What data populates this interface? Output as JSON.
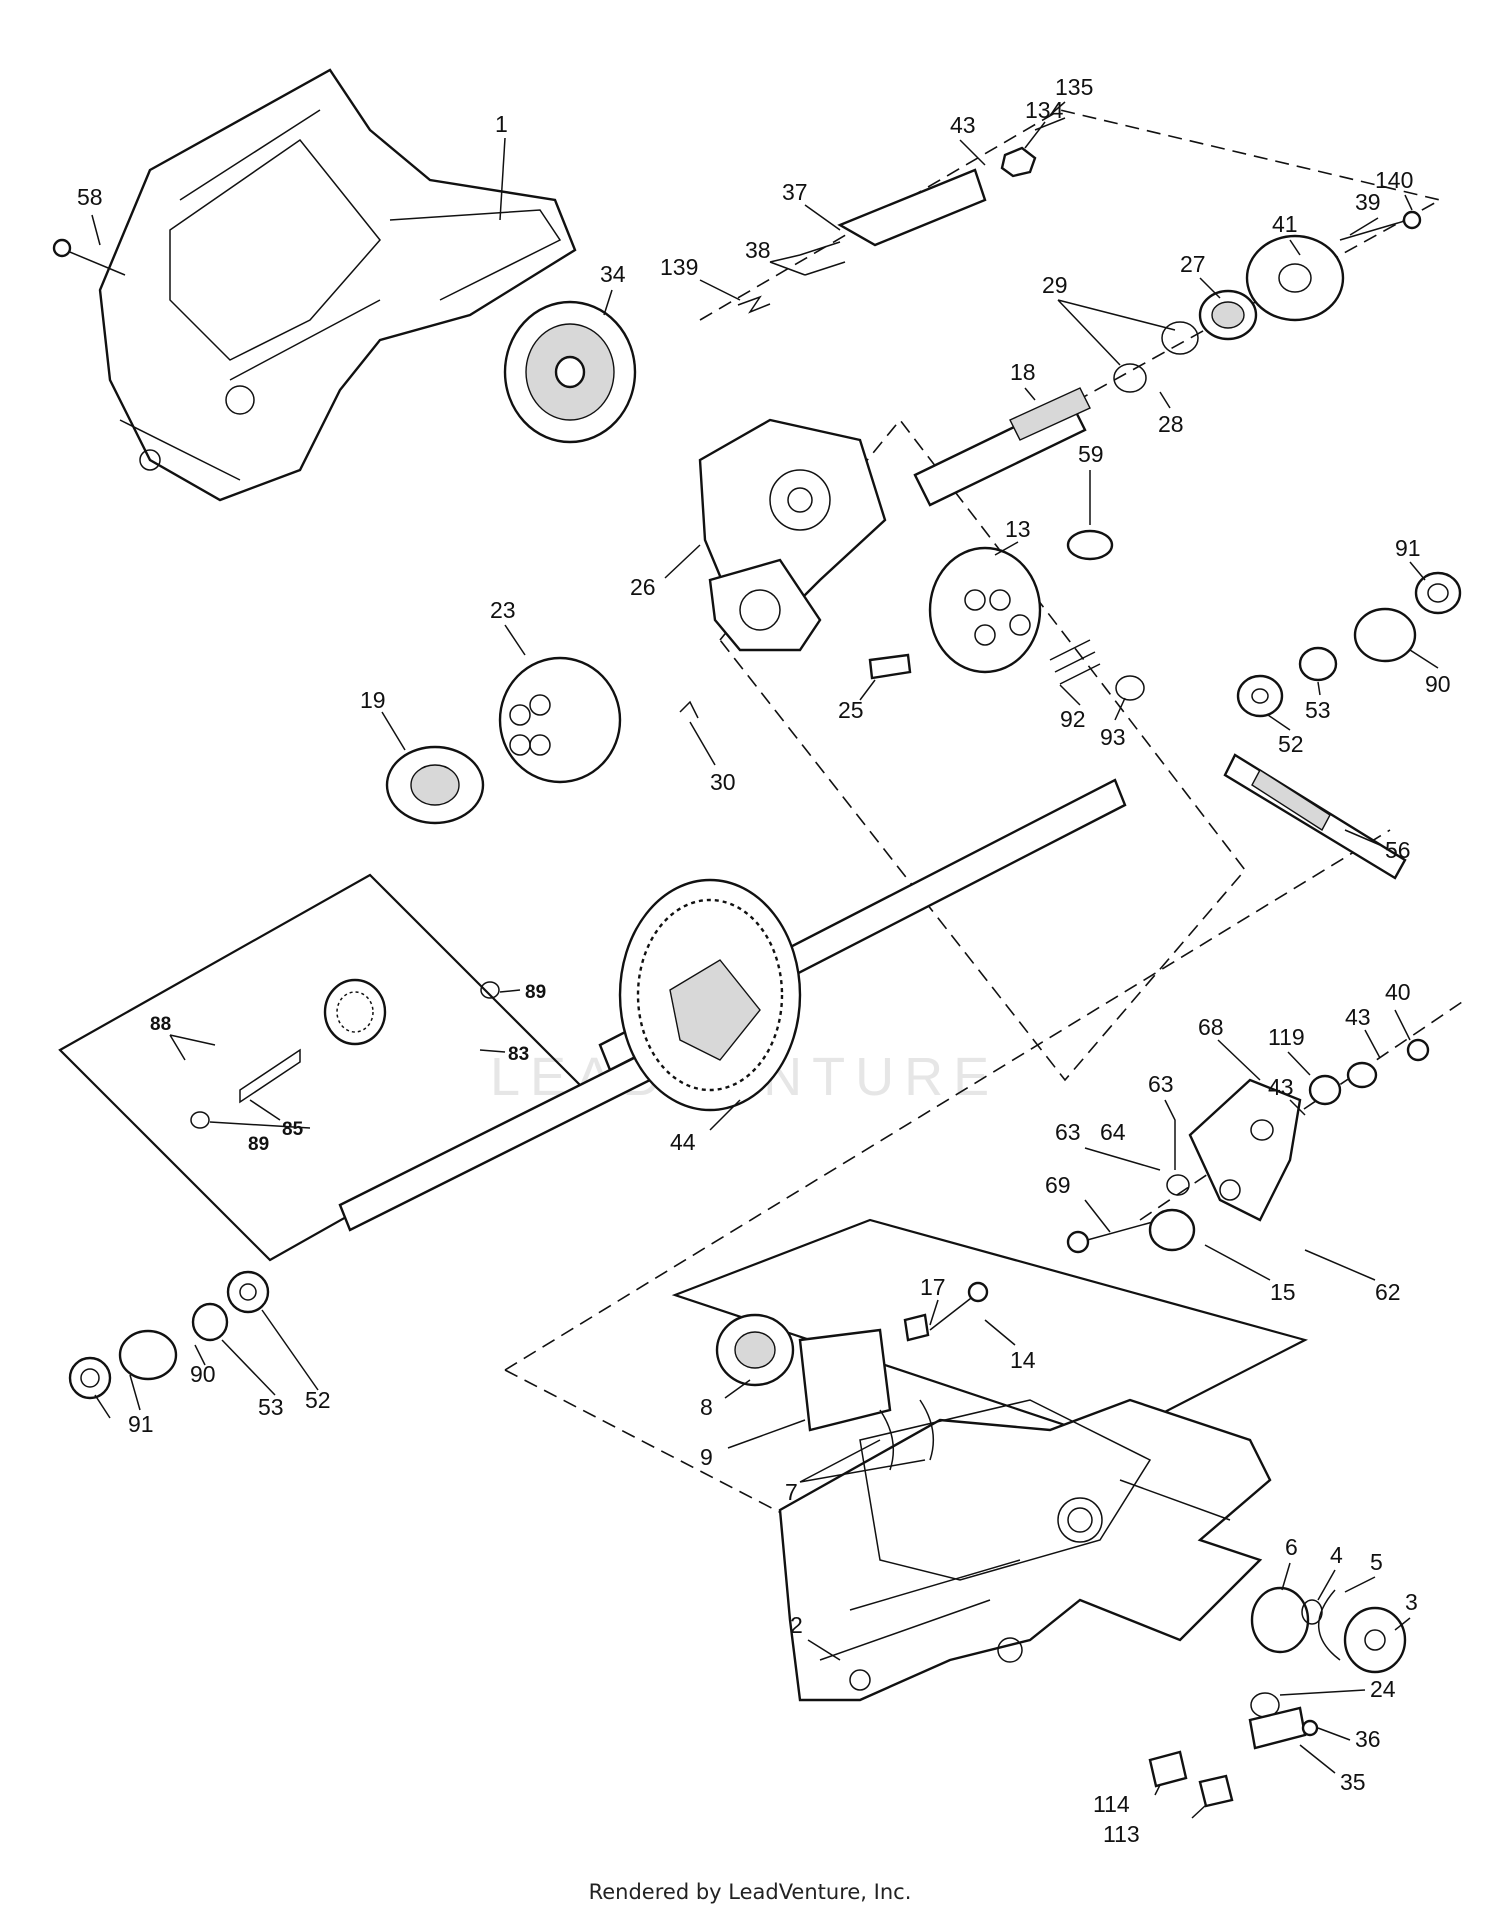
{
  "watermark": "LEADVENTURE",
  "footer": "Rendered by LeadVenture, Inc.",
  "labels": [
    "1",
    "58",
    "34",
    "135",
    "134",
    "43",
    "37",
    "38",
    "139",
    "140",
    "39",
    "41",
    "27",
    "29",
    "28",
    "18",
    "59",
    "26",
    "13",
    "91",
    "90",
    "53",
    "52",
    "23",
    "19",
    "25",
    "30",
    "92",
    "93",
    "56",
    "89",
    "88",
    "83",
    "85",
    "44",
    "68",
    "119",
    "43",
    "40",
    "63",
    "64",
    "69",
    "15",
    "62",
    "17",
    "14",
    "8",
    "9",
    "7",
    "6",
    "4",
    "5",
    "3",
    "2",
    "24",
    "36",
    "35",
    "114",
    "113"
  ]
}
